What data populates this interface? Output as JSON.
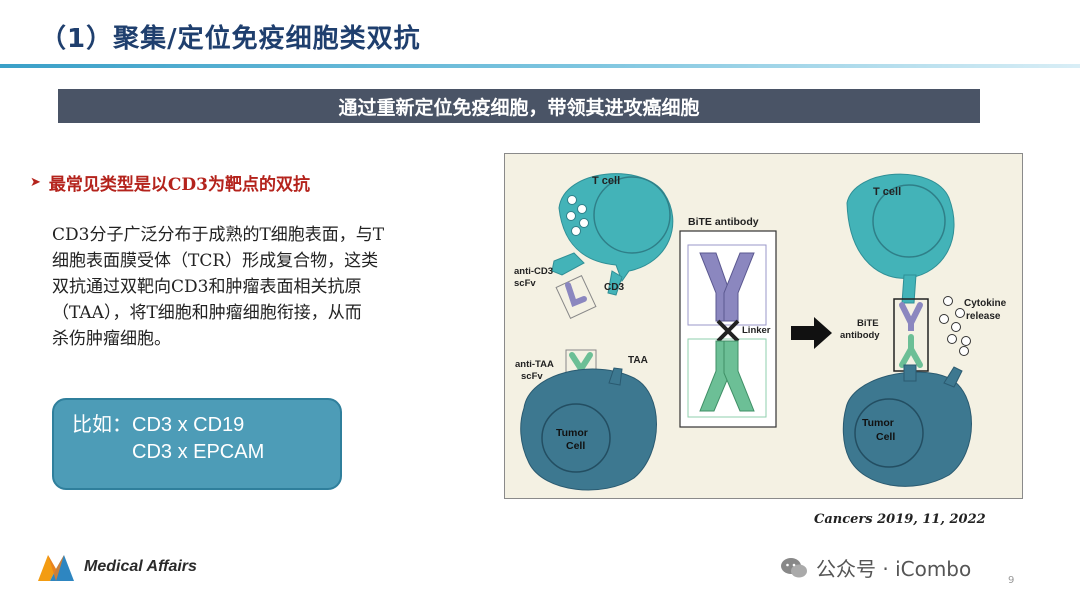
{
  "slide": {
    "title": "（1）聚集/定位免疫细胞类双抗",
    "banner": "通过重新定位免疫细胞，带领其进攻癌细胞",
    "bullet_marker": "➤",
    "bullet": "最常见类型是以CD3为靶点的双抗",
    "body_lines": [
      "CD3分子广泛分布于成熟的T细胞表面，与T",
      "细胞表面膜受体（TCR）形成复合物，这类",
      "双抗通过双靶向CD3和肿瘤表面相关抗原",
      "（TAA），将T细胞和肿瘤细胞衔接，从而",
      "杀伤肿瘤细胞。"
    ],
    "example_lines": [
      "比如：CD3 x CD19",
      "　　　CD3 x EPCAM"
    ],
    "citation": "Cancers 2019, 11, 2022",
    "page_number": "9"
  },
  "figure": {
    "t_cell": "T cell",
    "cd3": "CD3",
    "anti_cd3_scfv": [
      "anti-CD3",
      "scFv"
    ],
    "anti_taa_scfv": [
      "anti-TAA",
      "scFv"
    ],
    "taa": "TAA",
    "tumor_cell": [
      "Tumor",
      "Cell"
    ],
    "bite_antibody": "BiTE antibody",
    "linker": "Linker",
    "bite_label": [
      "BiTE",
      "antibody"
    ],
    "cytokine_release": [
      "Cytokine",
      "release"
    ]
  },
  "footer": {
    "logo_text": "Medical Affairs",
    "watermark": "公众号 · iCombo"
  },
  "colors": {
    "title": "#1f3f6e",
    "banner_bg": "#4a5466",
    "accent_red": "#b4231c",
    "box_bg": "#4d9cb7",
    "t_cell": "#43b3b8",
    "tumor_cell": "#3d7890",
    "anti_cd3": "#8b87bf",
    "anti_taa": "#6cbf96"
  }
}
